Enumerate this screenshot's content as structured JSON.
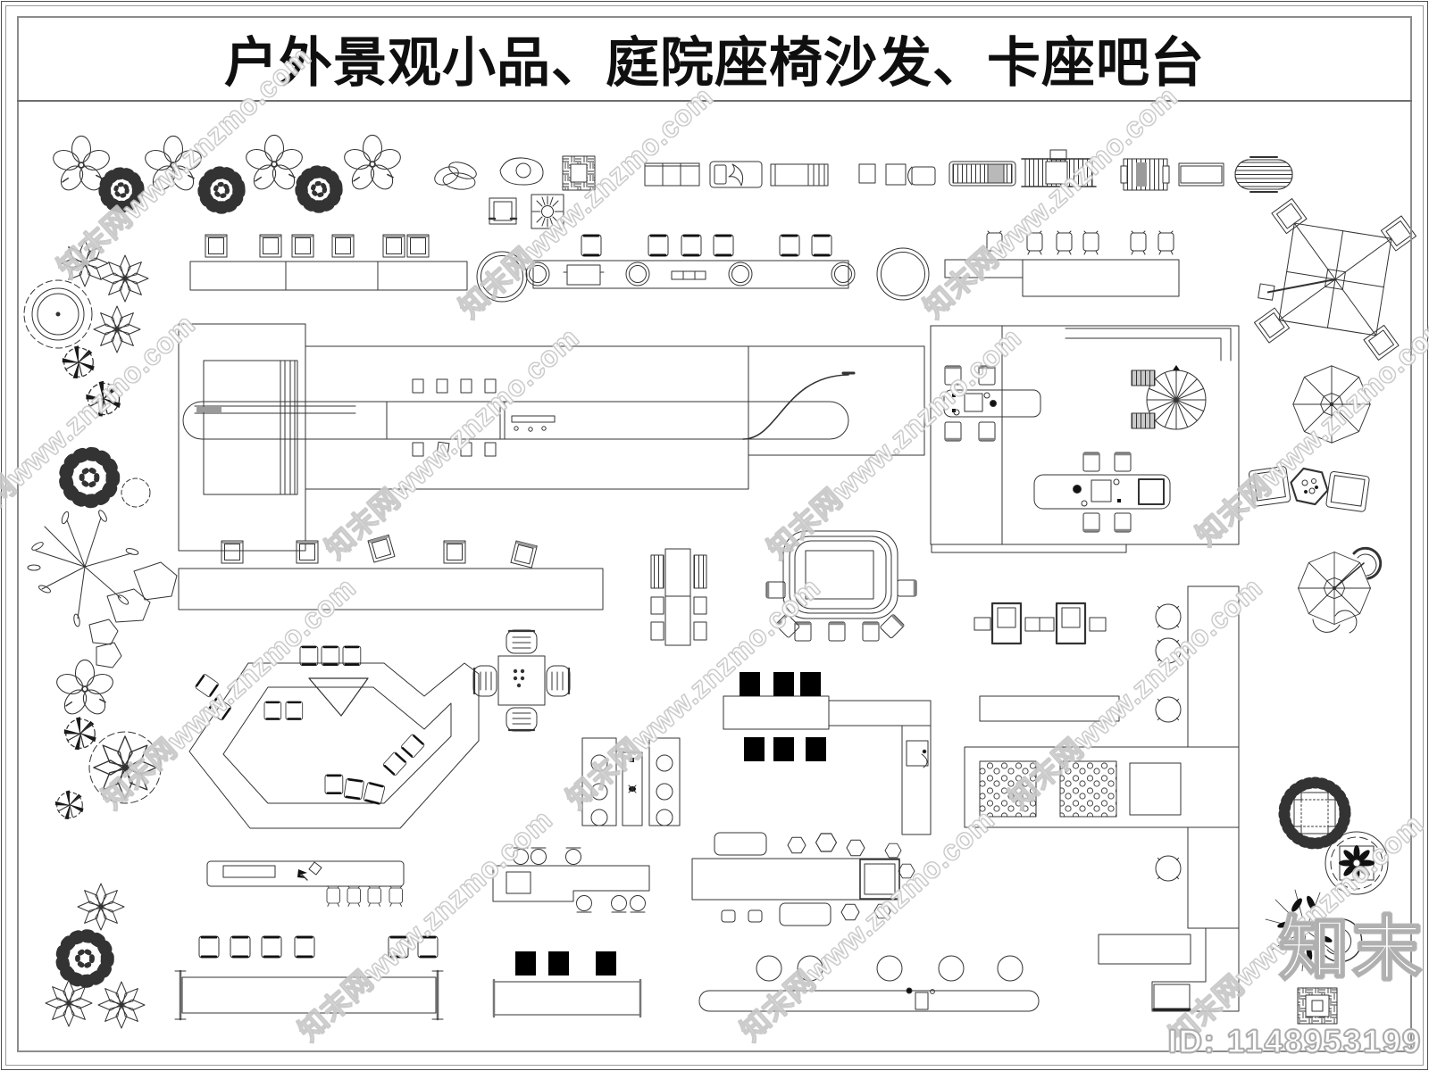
{
  "page": {
    "title": "户外景观小品、庭院座椅沙发、卡座吧台"
  },
  "watermark": {
    "text": "知末网www.znzmo.com"
  },
  "branding": {
    "logo_text": "知末",
    "id_label": "ID: 1148953199"
  },
  "colors": {
    "line": "#333333",
    "frame_gray": "#8c8c8c",
    "fill_black": "#000000",
    "shade_gray": "#9a9a9a",
    "watermark_outline": "#c6c6c6",
    "paper": "#ffffff"
  },
  "symbols": [
    "flower-tree",
    "spiky-shrub",
    "star-flower",
    "scalloped-planter",
    "fan-tree",
    "dandelion-shrub",
    "landscape-tree-with-rocks",
    "stone-group",
    "parquet-planter",
    "sun-planter",
    "garden-bench",
    "square-stool",
    "black-cube-stool",
    "round-stool",
    "sun-lounger",
    "slatted-bench",
    "oval-slatted-bench",
    "planter-bench",
    "circle-planter",
    "bar-counter",
    "bar-stool",
    "square-parasol-with-chairs",
    "octagonal-umbrella",
    "patio-chairs-with-table",
    "pavilion",
    "pergola-long-table",
    "dining-room-plan",
    "spiral-staircase",
    "zigzag-bench",
    "mahjong-table-set",
    "double-sided-table",
    "spa-table-set",
    "booth-armchairs",
    "l-shaped-bar",
    "pebble-mat-deck",
    "reception-counter",
    "banquet-table",
    "rounded-bench",
    "i-beam-table",
    "l-shaped-sofa",
    "radiating-planter",
    "flower-circle-planter",
    "ink-tree"
  ]
}
